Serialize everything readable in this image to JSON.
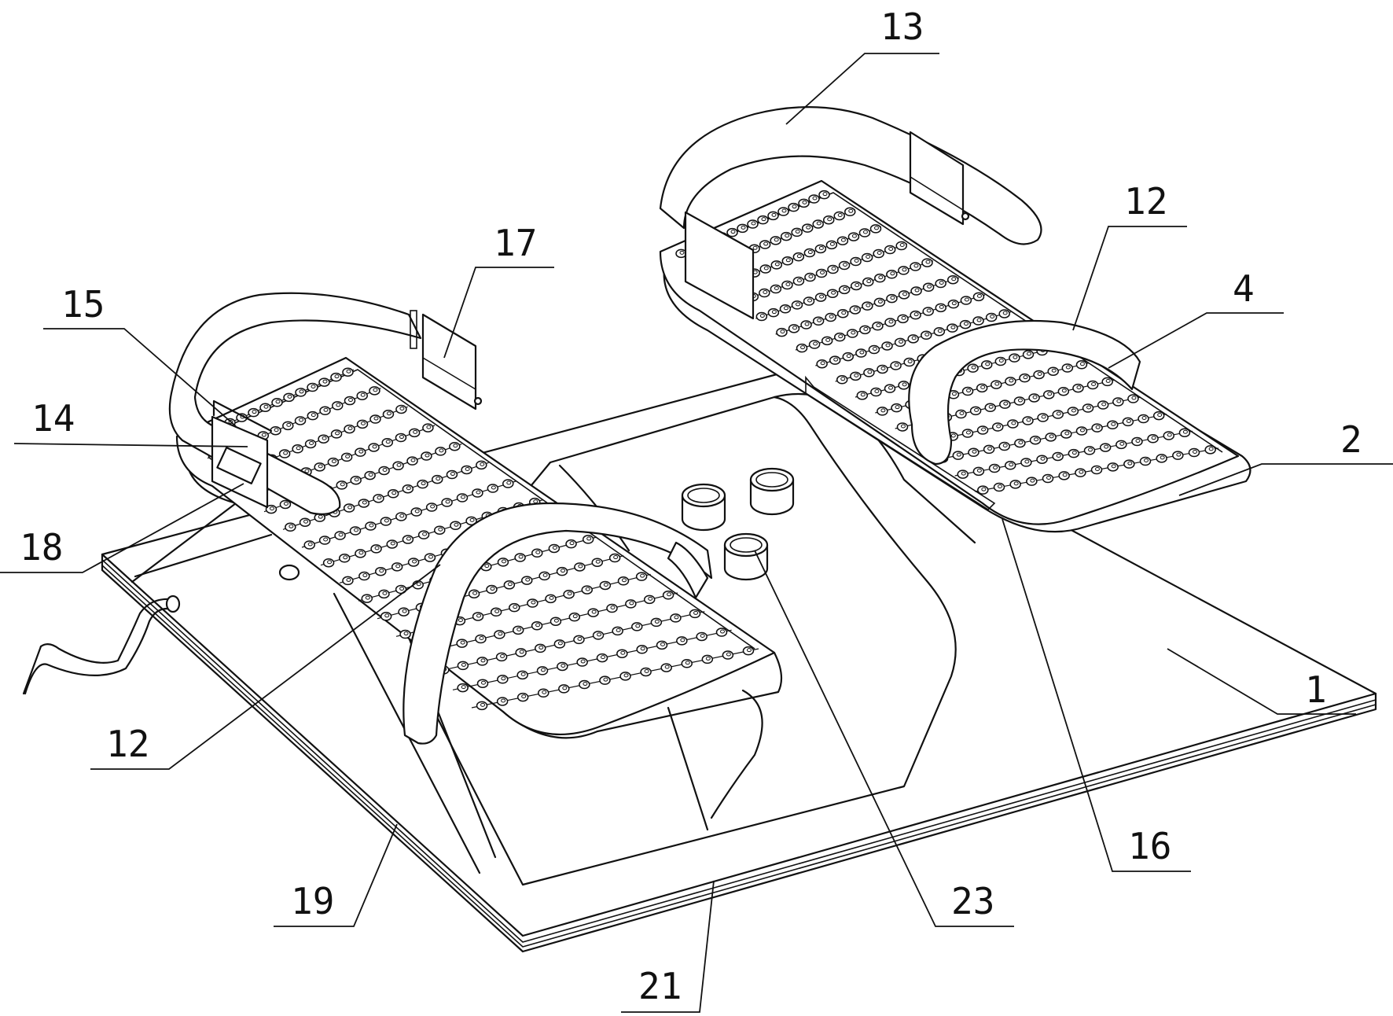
{
  "labels": {
    "l1": "1",
    "l2": "2",
    "l4": "4",
    "l12a": "12",
    "l12b": "12",
    "l13": "13",
    "l14": "14",
    "l15": "15",
    "l16": "16",
    "l17": "17",
    "l18": "18",
    "l19": "19",
    "l21": "21",
    "l23": "23"
  }
}
